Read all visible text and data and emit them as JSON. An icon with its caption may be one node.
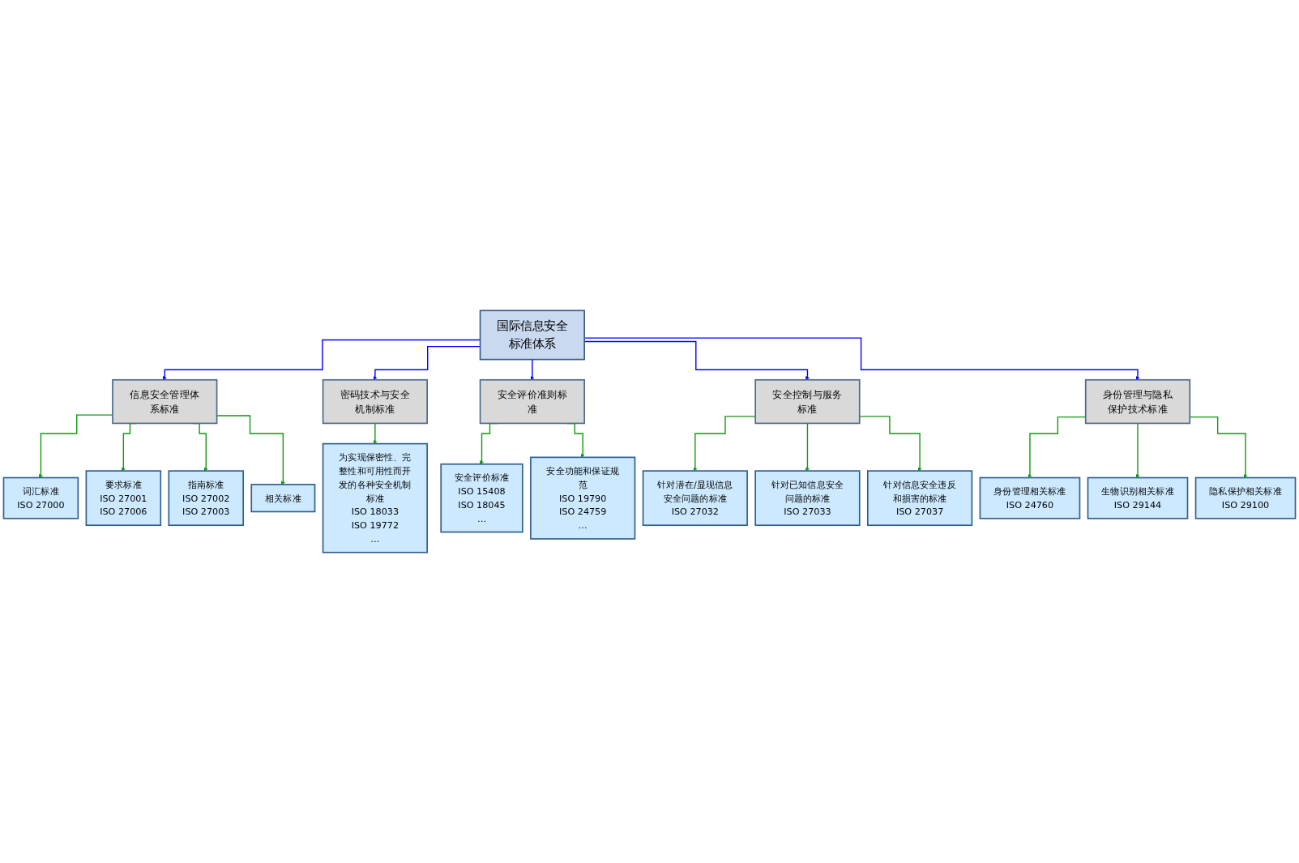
{
  "diagram": {
    "nodes": [
      {
        "text": [
          "国际信息安全标准体系"
        ]
      },
      {
        "text": [
          "信息安全管理体系标准"
        ]
      },
      {
        "text": [
          "密码技术与安全机制标准"
        ]
      },
      {
        "text": [
          "安全评价准则标准"
        ]
      },
      {
        "text": [
          "安全控制与服务标准"
        ]
      },
      {
        "text": [
          "身份管理与隐私保护技术标准"
        ]
      },
      {
        "text": [
          "词汇标准",
          "ISO 27000"
        ]
      },
      {
        "text": [
          "要求标准",
          "ISO 27001",
          "ISO 27006"
        ]
      },
      {
        "text": [
          "指南标准",
          "ISO 27002",
          "ISO 27003"
        ]
      },
      {
        "text": [
          "相关标准"
        ]
      },
      {
        "text": [
          "为实现保密性、完整性和可用性而开发的各种安全机制标准",
          "ISO 18033",
          "ISO 19772",
          "…"
        ]
      },
      {
        "text": [
          "安全评价标准",
          "ISO 15408",
          "ISO 18045",
          "…"
        ]
      },
      {
        "text": [
          "安全功能和保证规范",
          "ISO 19790",
          "ISO 24759",
          "…"
        ]
      },
      {
        "text": [
          "针对潜在/显现信息安全问题的标准",
          "ISO 27032"
        ]
      },
      {
        "text": [
          "针对已知信息安全问题的标准",
          "ISO 27033"
        ]
      },
      {
        "text": [
          "针对信息安全违反和损害的标准",
          "ISO 27037"
        ]
      },
      {
        "text": [
          "身份管理相关标准",
          "ISO 24760"
        ]
      },
      {
        "text": [
          "生物识别相关标准",
          "ISO 29144"
        ]
      },
      {
        "text": [
          "隐私保护相关标准",
          "ISO 29100"
        ]
      }
    ],
    "edges": [
      {
        "from": 0,
        "to": 1,
        "arrow": "to",
        "color": "#0000ff"
      },
      {
        "from": 0,
        "to": 2,
        "arrow": "to",
        "color": "#0000ff"
      },
      {
        "from": 0,
        "to": 3,
        "arrow": "to",
        "color": "#0000ff"
      },
      {
        "from": 0,
        "to": 4,
        "arrow": "to",
        "color": "#0000ff"
      },
      {
        "from": 0,
        "to": 5,
        "arrow": "to",
        "color": "#0000ff"
      },
      {
        "from": 1,
        "to": 6,
        "arrow": "to"
      },
      {
        "from": 1,
        "to": 7,
        "arrow": "to"
      },
      {
        "from": 1,
        "to": 8,
        "arrow": "to"
      },
      {
        "from": 1,
        "to": 9,
        "arrow": "to"
      },
      {
        "from": 2,
        "to": 10,
        "arrow": "to"
      },
      {
        "from": 3,
        "to": 11,
        "arrow": "to"
      },
      {
        "from": 3,
        "to": 12,
        "arrow": "to"
      },
      {
        "from": 4,
        "to": 13,
        "arrow": "to"
      },
      {
        "from": 4,
        "to": 14,
        "arrow": "to"
      },
      {
        "from": 4,
        "to": 15,
        "arrow": "to"
      },
      {
        "from": 5,
        "to": 16,
        "arrow": "to"
      },
      {
        "from": 5,
        "to": 17,
        "arrow": "to"
      },
      {
        "from": 5,
        "to": 18,
        "arrow": "to"
      }
    ]
  }
}
